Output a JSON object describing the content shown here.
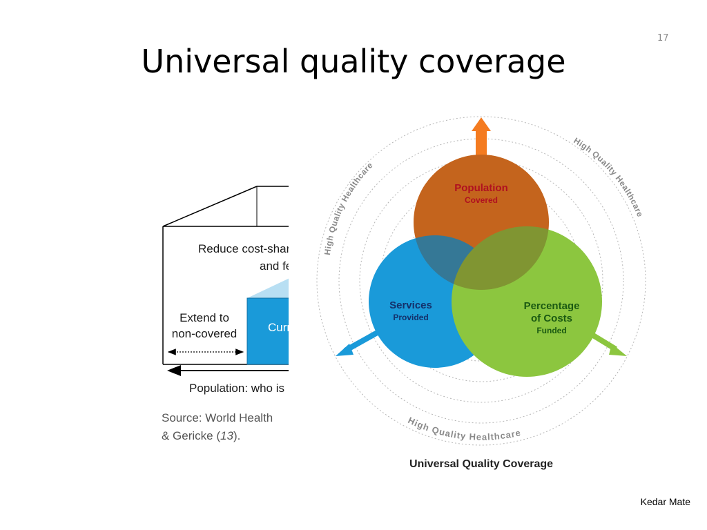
{
  "slide": {
    "number": "17",
    "title": "Universal quality coverage",
    "author": "Kedar Mate"
  },
  "coverage_box": {
    "reduce_line1": "Reduce cost-shari",
    "reduce_line2": "and fe",
    "extend_line1": "Extend to",
    "extend_line2": "non-covered",
    "current_label": "Curr",
    "population_label": "Population: who is",
    "source_line1": "Source: World Health",
    "source_line2_pre": "& Gericke (",
    "source_line2_ref": "13",
    "source_line2_post": ")."
  },
  "venn": {
    "ring_text": "High Quality Healthcare",
    "population": {
      "title": "Population",
      "subtitle": "Covered",
      "color": "#f47b20"
    },
    "services": {
      "title": "Services",
      "subtitle": "Provided",
      "color": "#1a9ad9"
    },
    "costs": {
      "title": "Percentage",
      "title2": "of Costs",
      "subtitle": "Funded",
      "color": "#8cc63f"
    },
    "caption": "Universal Quality Coverage"
  }
}
